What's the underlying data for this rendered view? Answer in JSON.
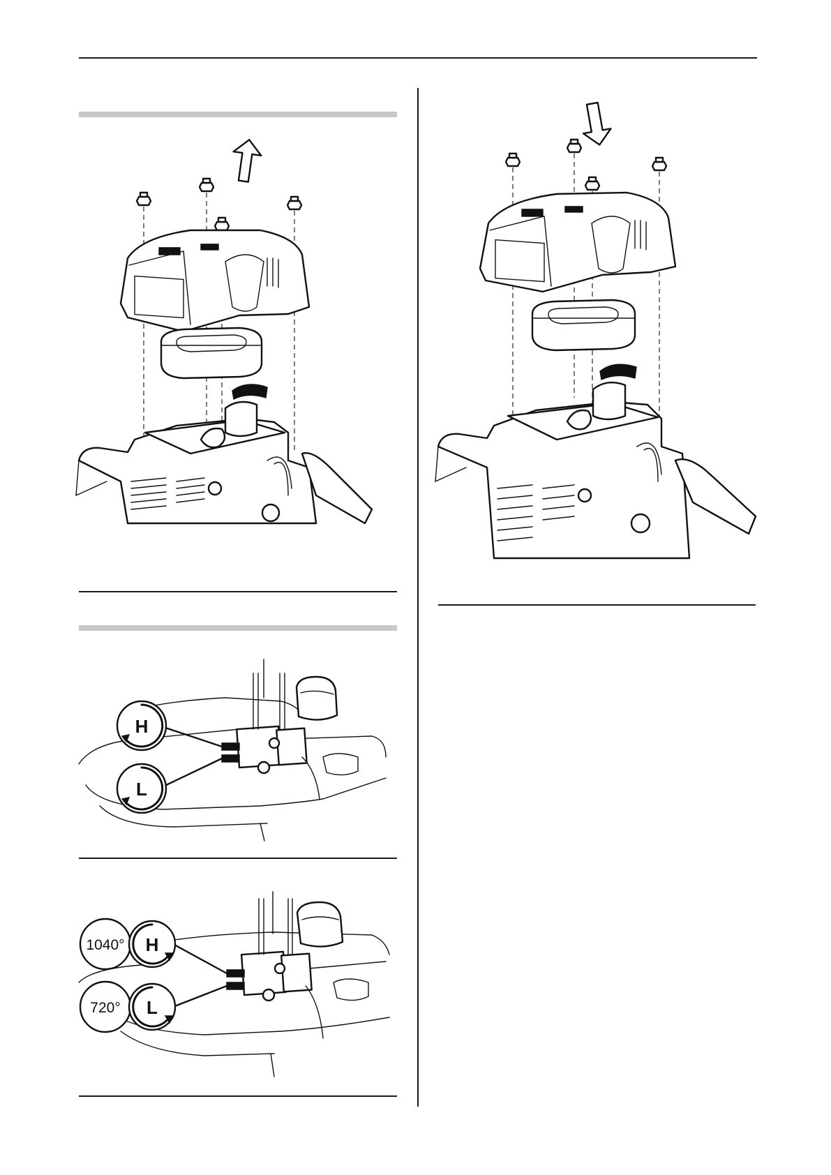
{
  "figures": {
    "carb_basic": {
      "high_label": "H",
      "low_label": "L"
    },
    "carb_turns": {
      "high_label": "H",
      "low_label": "L",
      "high_angle": "1040°",
      "low_angle": "720°"
    }
  }
}
